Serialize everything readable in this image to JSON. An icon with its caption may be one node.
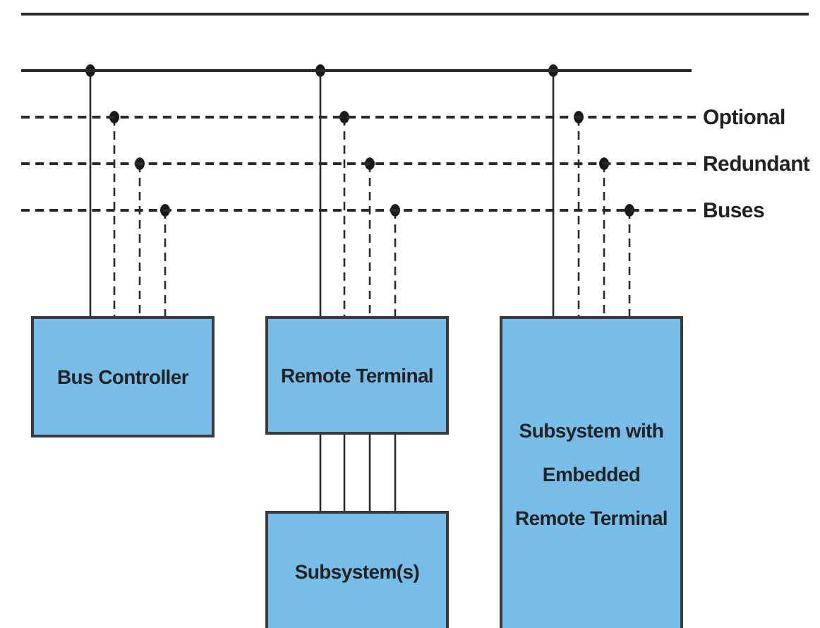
{
  "diagram": {
    "nodes": [
      {
        "text": [],
        "shape": "bar"
      },
      {
        "text": [],
        "shape": "bar"
      },
      {
        "text": [],
        "shape": "bar"
      },
      {
        "text": [],
        "shape": "bar"
      },
      {
        "text": [
          "Bus Controller"
        ]
      },
      {
        "text": [
          "Remote Terminal"
        ]
      },
      {
        "text": [
          "Subsystem(s)"
        ]
      },
      {
        "text": [
          "Subsystem with Embedded Remote Terminal"
        ]
      }
    ],
    "edges": [
      {
        "from": 0,
        "to": 4,
        "arrow": "other"
      },
      {
        "from": 1,
        "to": 4,
        "arrow": "other",
        "style": "dashed"
      },
      {
        "from": 2,
        "to": 4,
        "arrow": "other",
        "style": "dashed"
      },
      {
        "from": 3,
        "to": 4,
        "arrow": "other",
        "style": "dashed"
      },
      {
        "from": 0,
        "to": 5,
        "arrow": "other"
      },
      {
        "from": 1,
        "to": 5,
        "arrow": "other",
        "style": "dashed"
      },
      {
        "from": 2,
        "to": 5,
        "arrow": "other",
        "style": "dashed"
      },
      {
        "from": 3,
        "to": 5,
        "arrow": "other",
        "style": "dashed"
      },
      {
        "from": 0,
        "to": 7,
        "arrow": "other"
      },
      {
        "from": 1,
        "to": 7,
        "arrow": "other",
        "style": "dashed"
      },
      {
        "from": 2,
        "to": 7,
        "arrow": "other",
        "style": "dashed"
      },
      {
        "from": 3,
        "to": 7,
        "arrow": "other",
        "style": "dashed"
      },
      {
        "from": 5,
        "to": 6,
        "arrow": "none"
      },
      {
        "from": 5,
        "to": 6,
        "arrow": "none"
      },
      {
        "from": 5,
        "to": 6,
        "arrow": "none"
      },
      {
        "from": 5,
        "to": 6,
        "arrow": "none"
      }
    ],
    "labels": [
      "Optional Redundant Buses"
    ]
  }
}
